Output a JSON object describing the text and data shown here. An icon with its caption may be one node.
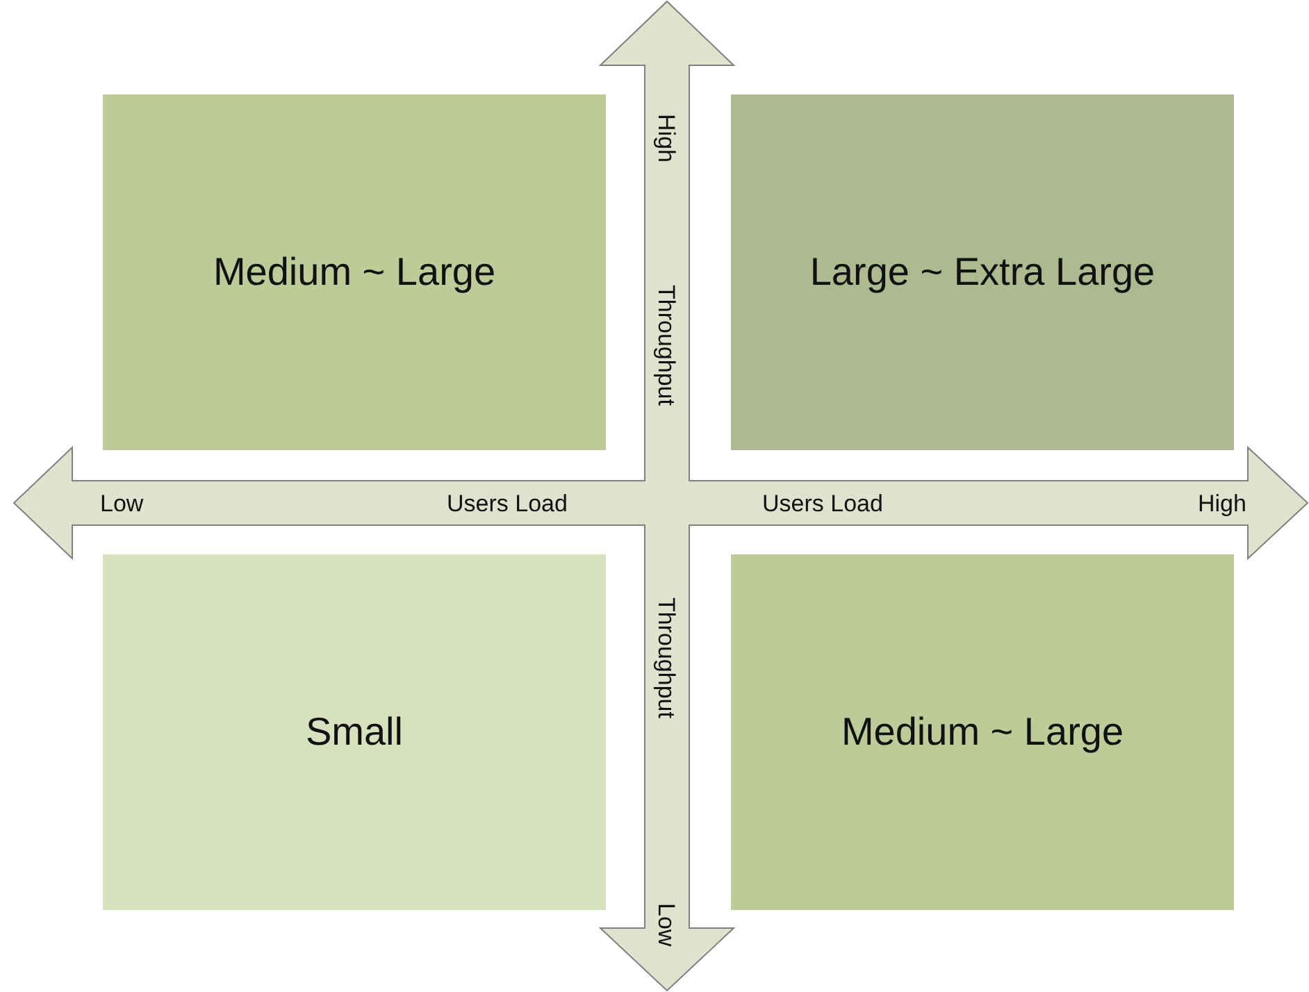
{
  "diagram": {
    "nodes": [
      {
        "text": [
          "Medium ~ Large"
        ]
      },
      {
        "text": [
          "Large ~ Extra Large"
        ]
      },
      {
        "text": [
          "Small"
        ]
      },
      {
        "text": [
          "Medium ~ Large"
        ]
      }
    ],
    "labels": [
      "High",
      "Throughput",
      "Low",
      "Users Load",
      "Users Load",
      "High",
      "Throughput",
      "Low"
    ]
  }
}
